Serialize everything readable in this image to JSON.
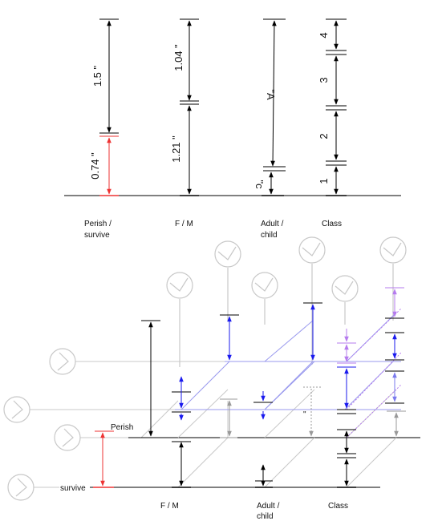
{
  "top_panel": {
    "column_labels": {
      "perish_survive": [
        "Perish /",
        "survive"
      ],
      "f_m": "F / M",
      "adult_child": [
        "Adult /",
        "child"
      ],
      "class": "Class"
    },
    "measurements": {
      "perish_upper": "1.5 \"",
      "perish_lower": "0.74 \"",
      "fm_upper": "1.04 \"",
      "fm_lower": "1.21 \"",
      "ac_upper": "\"A",
      "ac_lower": "\"c",
      "class_4": "4",
      "class_3": "3",
      "class_2": "2",
      "class_1": "1"
    }
  },
  "bottom_panel": {
    "perish_label": "Perish",
    "survive_label": "survive",
    "column_labels": {
      "f_m": "F / M",
      "adult_child": [
        "Adult /",
        "child"
      ],
      "class": "Class"
    },
    "small_mark": "\""
  },
  "colors": {
    "black": "#000000",
    "red": "#ee3333",
    "blue": "#1a1aee",
    "gray": "#999999",
    "violet": "#b57bee",
    "light_gray": "#c8c8c8",
    "light_blue": "#9a9aee"
  }
}
